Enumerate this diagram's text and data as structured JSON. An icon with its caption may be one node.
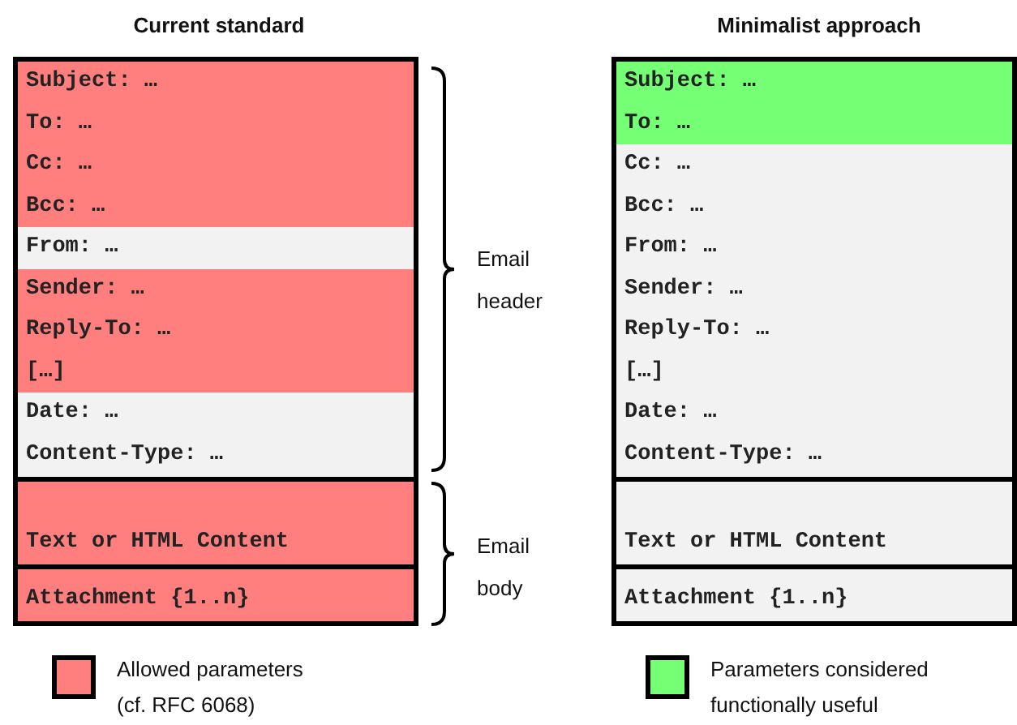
{
  "diagram": {
    "nodes": [
      {
        "text": [],
        "shape": "box"
      },
      {
        "text": [
          "Subject: …"
        ],
        "in": 0
      },
      {
        "text": [
          "To: …"
        ],
        "in": 0
      },
      {
        "text": [
          "Cc: …"
        ],
        "in": 0
      },
      {
        "text": [
          "Bcc: …"
        ],
        "in": 0
      },
      {
        "text": [
          "From: …"
        ],
        "in": 0
      },
      {
        "text": [
          "Sender: …"
        ],
        "in": 0
      },
      {
        "text": [
          "Reply-To: …"
        ],
        "in": 0
      },
      {
        "text": [
          "[…]"
        ],
        "in": 0
      },
      {
        "text": [
          "Date: …"
        ],
        "in": 0
      },
      {
        "text": [
          "Content-Type: …"
        ],
        "in": 0
      },
      {
        "text": [
          "Text or HTML Content"
        ]
      },
      {
        "text": [
          "Attachment {1..n}"
        ]
      },
      {
        "text": [],
        "shape": "box"
      },
      {
        "text": [
          "Subject: …"
        ],
        "in": 13
      },
      {
        "text": [
          "To: …"
        ],
        "in": 13
      },
      {
        "text": [
          "Cc: …"
        ],
        "in": 13
      },
      {
        "text": [
          "Bcc: …"
        ],
        "in": 13
      },
      {
        "text": [
          "From: …"
        ],
        "in": 13
      },
      {
        "text": [
          "Sender: …"
        ],
        "in": 13
      },
      {
        "text": [
          "Reply-To: …"
        ],
        "in": 13
      },
      {
        "text": [
          "[…]"
        ],
        "in": 13
      },
      {
        "text": [
          "Date: …"
        ],
        "in": 13
      },
      {
        "text": [
          "Content-Type: …"
        ],
        "in": 13
      },
      {
        "text": [
          "Text or HTML Content"
        ]
      },
      {
        "text": [
          "Attachment {1..n}"
        ]
      }
    ],
    "edges": [],
    "labels": [
      "Current standard",
      "Minimalist approach",
      "Email header",
      "Email body"
    ],
    "legend": [
      {
        "text": "Allowed parameters (cf. RFC 6068)",
        "color": "#ff7f7f"
      },
      {
        "text": "Parameters considered functionally useful",
        "color": "#75ff75"
      }
    ]
  }
}
